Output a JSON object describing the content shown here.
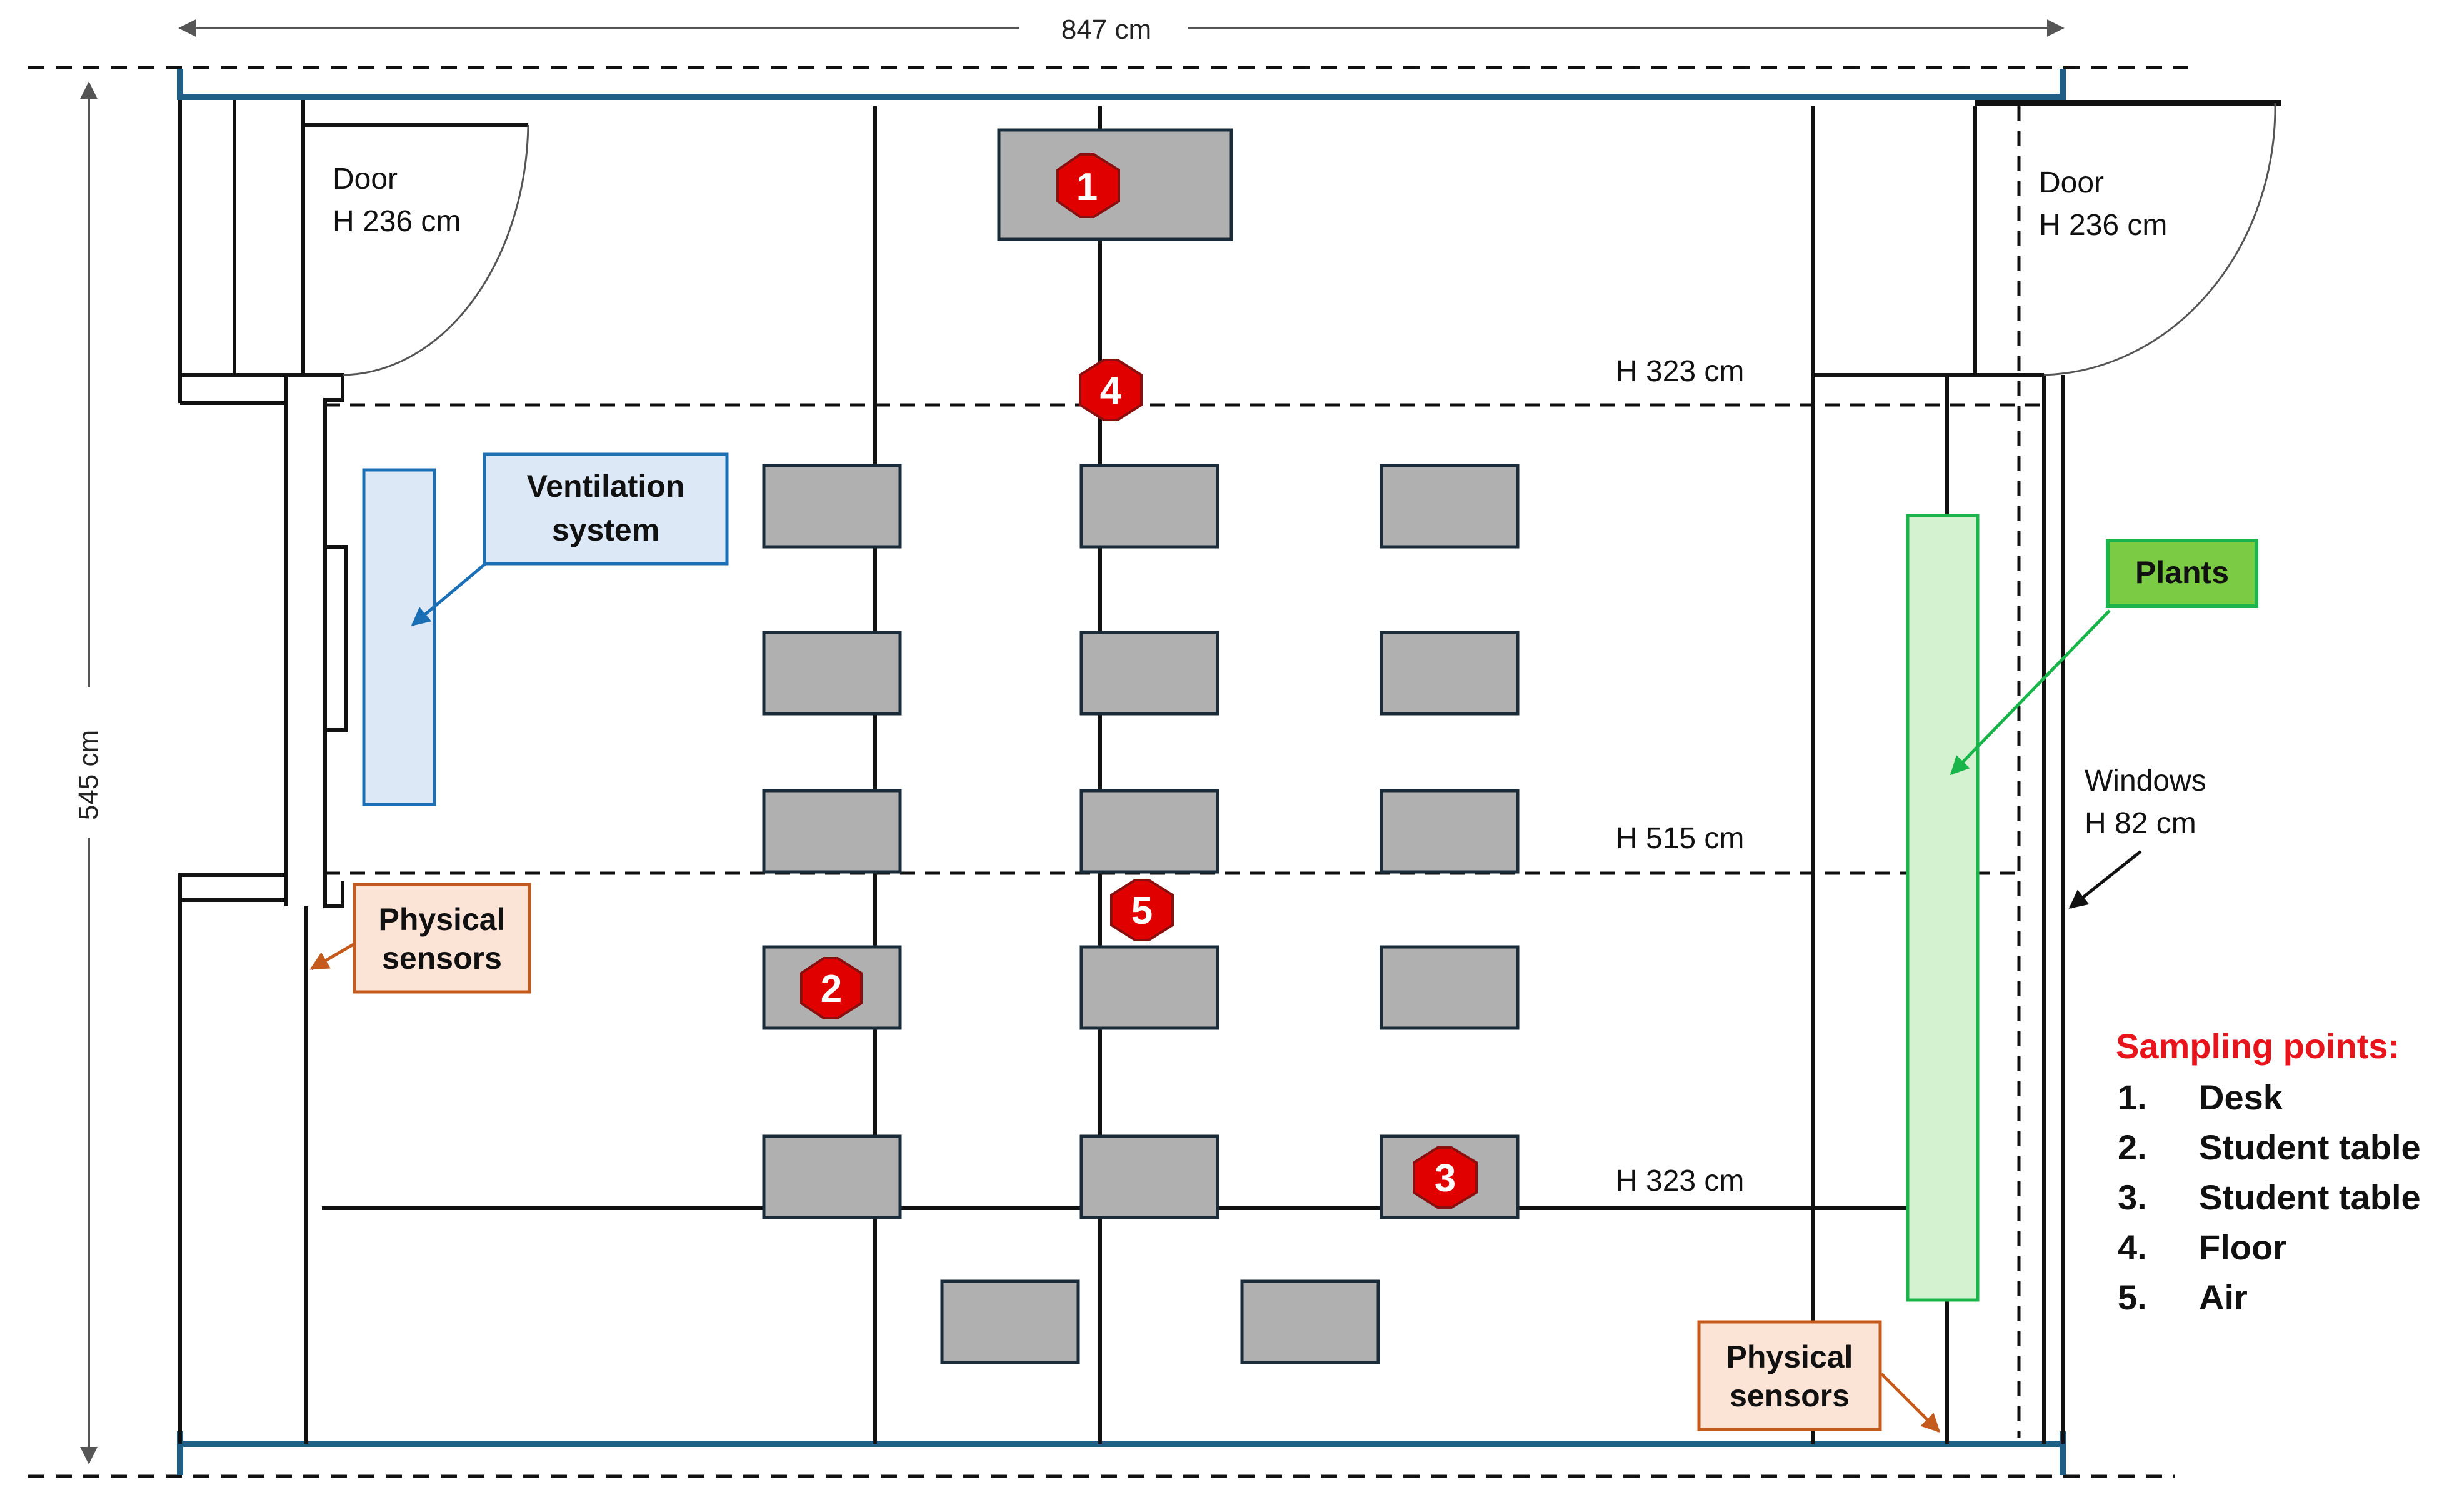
{
  "dimensions": {
    "width": "847 cm",
    "depth": "545 cm"
  },
  "doors": [
    {
      "label": "Door",
      "height": "H 236 cm"
    },
    {
      "label": "Door",
      "height": "H 236 cm"
    }
  ],
  "ceiling_heights": [
    "H 323 cm",
    "H 515 cm",
    "H 323 cm"
  ],
  "windows": {
    "label": "Windows",
    "height": "H 82 cm"
  },
  "callouts": {
    "ventilation": [
      "Ventilation",
      "system"
    ],
    "plants": "Plants",
    "sensors_left": [
      "Physical",
      "sensors"
    ],
    "sensors_right": [
      "Physical",
      "sensors"
    ]
  },
  "markers": [
    "1",
    "2",
    "3",
    "4",
    "5"
  ],
  "legend": {
    "title": "Sampling points:",
    "items": [
      {
        "num": "1.",
        "label": "Desk"
      },
      {
        "num": "2.",
        "label": "Student table"
      },
      {
        "num": "3.",
        "label": "Student table"
      },
      {
        "num": "4.",
        "label": "Floor"
      },
      {
        "num": "5.",
        "label": "Air"
      }
    ]
  },
  "colors": {
    "outer_wall": "#1f5f85",
    "table_fill": "#b0b0b0",
    "table_stroke": "#1a2b3a",
    "marker_fill": "#e10000",
    "vent_fill": "#dce8f6",
    "vent_stroke": "#1b6fb5",
    "plants_fill": "#d5f2d0",
    "plants_stroke": "#19b54a",
    "plants_label_fill": "#7ccb45",
    "sensor_fill": "#fbe4d6",
    "sensor_stroke": "#c45a1c",
    "legend_title": "#e8141b"
  }
}
